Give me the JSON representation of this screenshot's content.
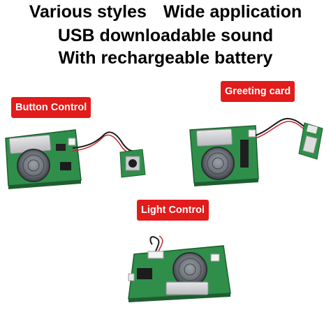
{
  "headlines": {
    "line1_left": "Various styles",
    "line1_right": "Wide application",
    "line2": "USB downloadable sound",
    "line3": "With rechargeable battery"
  },
  "badges": {
    "button_control": "Button Control",
    "greeting_card": "Greeting card",
    "light_control": "Light Control"
  },
  "colors": {
    "badge_bg": "#e21b1b",
    "badge_text": "#ffffff",
    "pcb_green": "#2f8f4a",
    "battery_silver": "#cfcfd2",
    "speaker_gray": "#6f747a",
    "wire_black": "#1a1a1a",
    "wire_red": "#c0262b"
  }
}
